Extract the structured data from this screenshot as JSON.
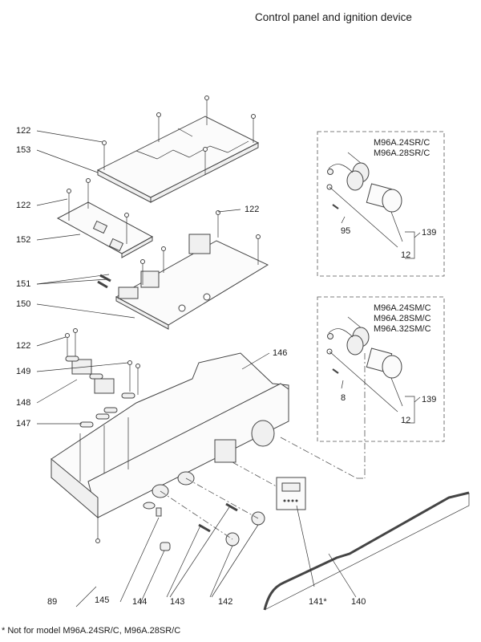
{
  "title": "Control panel and ignition device",
  "footnote": "* Not for model M96A.24SR/C, M96A.28SR/C",
  "callouts": {
    "c122a": "122",
    "c153": "153",
    "c122b": "122",
    "c122c": "122",
    "c152": "152",
    "c151": "151",
    "c150": "150",
    "c122d": "122",
    "c149": "149",
    "c148": "148",
    "c147": "147",
    "c146": "146",
    "c89": "89",
    "c145": "145",
    "c144": "144",
    "c143": "143",
    "c142": "142",
    "c141": "141*",
    "c140": "140"
  },
  "inset_sr": {
    "models": [
      "M96A.24SR/C",
      "M96A.28SR/C"
    ],
    "labels": {
      "clip": "95",
      "oring": "12",
      "gauge": "139"
    }
  },
  "inset_sm": {
    "models": [
      "M96A.24SM/C",
      "M96A.28SM/C",
      "M96A.32SM/C"
    ],
    "labels": {
      "clip": "8",
      "oring": "12",
      "gauge": "139"
    }
  }
}
